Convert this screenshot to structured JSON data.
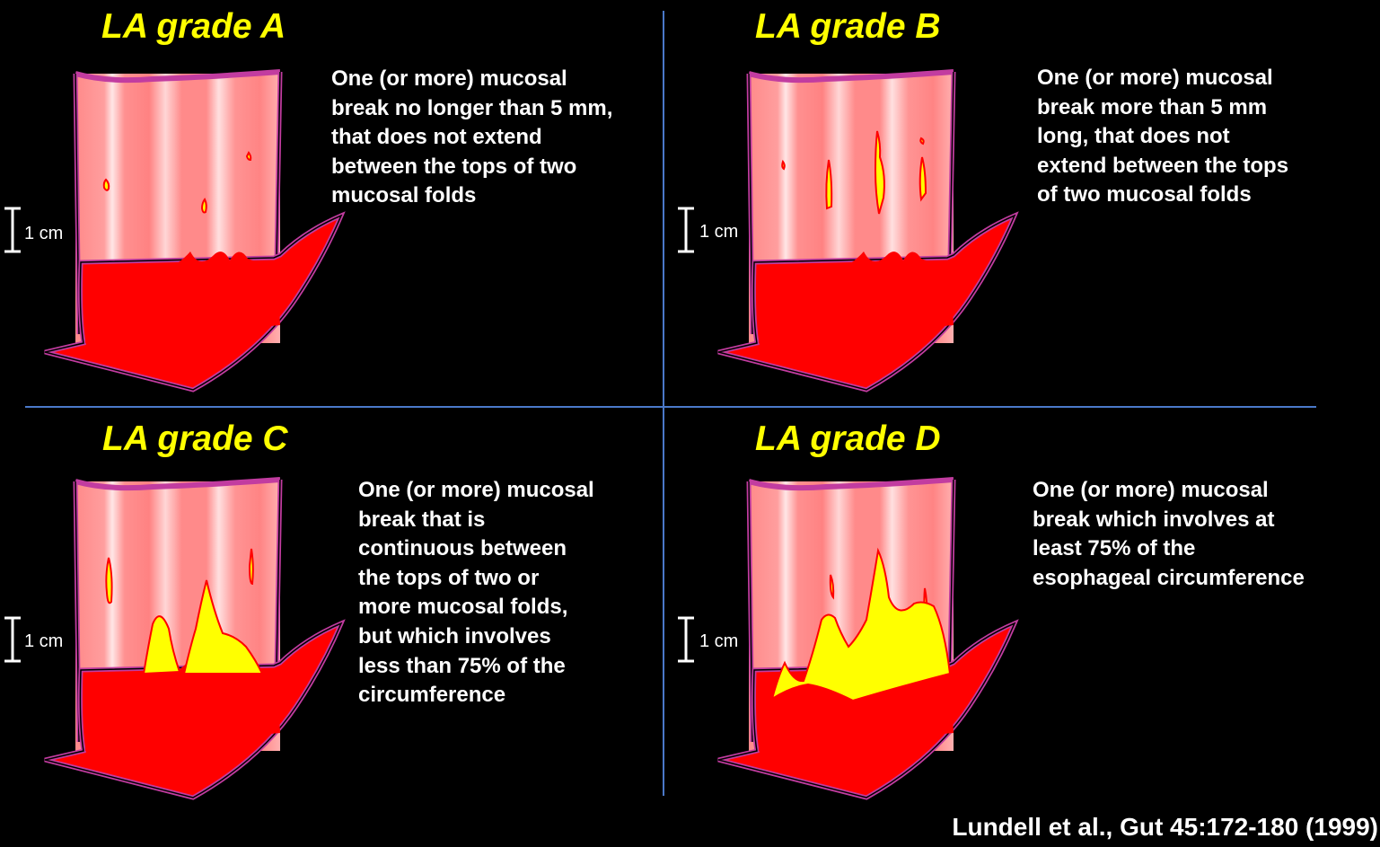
{
  "colors": {
    "title": "#ffff00",
    "mucosa": "#ff0000",
    "lesion": "#ffff00",
    "divider": "#4a78c8",
    "text": "#ffffff"
  },
  "scale_label": "1 cm",
  "panels": [
    {
      "title": "LA grade A",
      "description": "One (or more) mucosal\nbreak no longer than 5 mm,\nthat does not extend\nbetween the tops of two\nmucosal folds"
    },
    {
      "title": "LA grade B",
      "description": "One (or more) mucosal\nbreak more than 5 mm\nlong, that does not\nextend between the tops\nof two mucosal folds"
    },
    {
      "title": "LA grade C",
      "description": "One (or more) mucosal\nbreak that is\ncontinuous between\nthe tops of two or\nmore mucosal folds,\nbut which involves\nless than 75% of the\ncircumference"
    },
    {
      "title": "LA grade D",
      "description": "One (or more) mucosal\nbreak which involves at\nleast 75% of the\nesophageal circumference"
    }
  ],
  "citation": "Lundell et al., Gut 45:172-180 (1999)"
}
